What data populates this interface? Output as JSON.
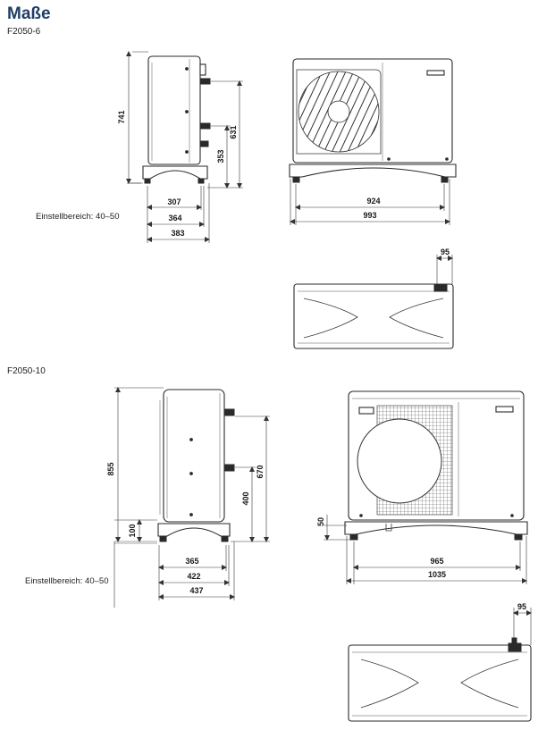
{
  "heading": "Maße",
  "models": [
    {
      "name": "F2050-6",
      "adjust_label": "Einstellbereich: 40–50",
      "dims": {
        "height": "741",
        "conn_upper": "631",
        "conn_lower": "353",
        "foot": "307",
        "base": "364",
        "depth": "383",
        "front_inner": "924",
        "front_outer": "993",
        "top_offset": "95"
      }
    },
    {
      "name": "F2050-10",
      "adjust_label": "Einstellbereich: 40–50",
      "dims": {
        "height": "855",
        "conn_upper": "670",
        "conn_lower": "400",
        "base_height": "100",
        "foot": "365",
        "base": "422",
        "depth": "437",
        "front_inner": "965",
        "front_outer": "1035",
        "leg": "50",
        "top_offset": "95"
      }
    }
  ]
}
